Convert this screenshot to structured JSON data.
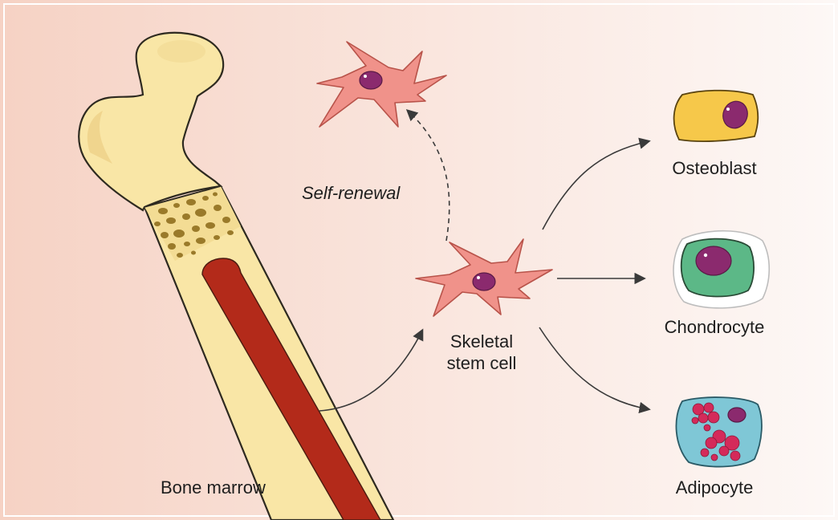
{
  "labels": {
    "bone_marrow": "Bone marrow",
    "self_renewal": "Self-renewal",
    "stem_cell_line1": "Skeletal",
    "stem_cell_line2": "stem cell",
    "osteoblast": "Osteoblast",
    "chondrocyte": "Chondrocyte",
    "adipocyte": "Adipocyte"
  },
  "colors": {
    "background_left": "#f6d2c4",
    "background_right": "#fdf8f6",
    "bone": "#f9e6a6",
    "bone_shadow": "#f0d58e",
    "bone_outline": "#2e2a20",
    "marrow": "#b32a1a",
    "spongy_holes": "#9a7a2a",
    "stem_cell": "#f0928a",
    "nucleus": "#8b2a6e",
    "osteoblast": "#f6c84a",
    "chondrocyte": "#5cb887",
    "adipocyte": "#7fc7d6",
    "fat_droplets": "#d42a5a",
    "arrow": "#3a3a3a"
  },
  "icons": {
    "bone": "femur-icon",
    "stem_cell": "stem-cell-icon",
    "renewed_cell": "stem-cell-icon",
    "osteoblast": "osteoblast-icon",
    "chondrocyte": "chondrocyte-icon",
    "adipocyte": "adipocyte-icon"
  }
}
